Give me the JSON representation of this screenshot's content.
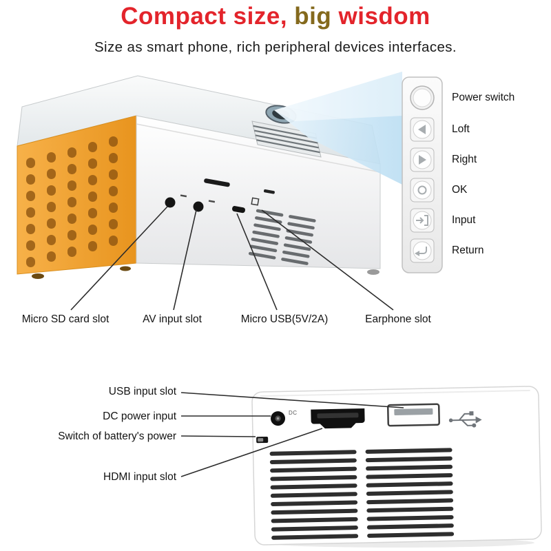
{
  "header": {
    "title_segments": [
      {
        "text": "Compact size, "
      },
      {
        "text": "big"
      },
      {
        "text": " wisdom"
      }
    ],
    "subtitle": "Size as smart phone, rich peripheral devices interfaces."
  },
  "control_panel": {
    "labels": [
      "Power switch",
      "Loft",
      "Right",
      "OK",
      "Input",
      "Return"
    ],
    "icons": [
      "power-circle",
      "left-arrow",
      "right-arrow",
      "ok-circle",
      "input-arrow",
      "return-arrow"
    ]
  },
  "rear_callouts": {
    "labels": [
      "Micro SD card slot",
      "AV input slot",
      "Micro USB(5V/2A)",
      "Earphone slot"
    ]
  },
  "side_callouts": {
    "labels": [
      "USB input slot",
      "DC power input",
      "Switch of battery's power",
      "HDMI input slot"
    ]
  },
  "markings": {
    "dc": "DC"
  },
  "colors": {
    "title_red": "#e3242b",
    "title_gold": "#84691d",
    "body_orange": "#f0a237",
    "beam_blue": "#cfe7f6"
  }
}
